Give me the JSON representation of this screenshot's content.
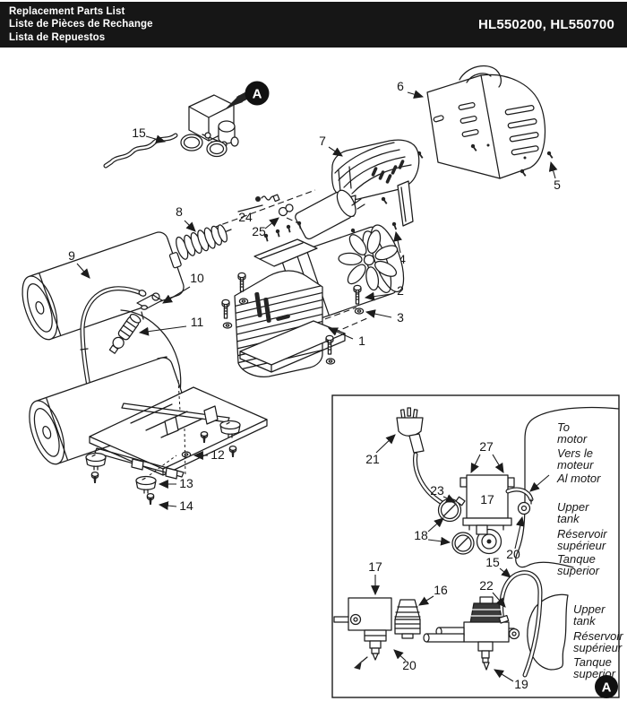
{
  "header": {
    "title_line1": "Replacement Parts List",
    "title_line2": "Liste de Pièces de Rechange",
    "title_line3": "Lista de Repuestos",
    "models": "HL550200, HL550700"
  },
  "marker": {
    "label": "A"
  },
  "callouts": {
    "1": "1",
    "2": "2",
    "3": "3",
    "4": "4",
    "5": "5",
    "6": "6",
    "7": "7",
    "8": "8",
    "9": "9",
    "10": "10",
    "11": "11",
    "12": "12",
    "13": "13",
    "14": "14",
    "15": "15",
    "16": "16",
    "17": "17",
    "18": "18",
    "19": "19",
    "20": "20",
    "21": "21",
    "22": "22",
    "23": "23",
    "24": "24",
    "25": "25",
    "27": "27"
  },
  "inset": {
    "to_motor": {
      "en1": "To",
      "en2": "motor",
      "fr1": "Vers le",
      "fr2": "moteur",
      "es": "Al motor"
    },
    "upper_tank": {
      "en1": "Upper",
      "en2": "tank",
      "fr1": "Réservoir",
      "fr2": "supérieur",
      "es1": "Tanque",
      "es2": "superior"
    }
  }
}
